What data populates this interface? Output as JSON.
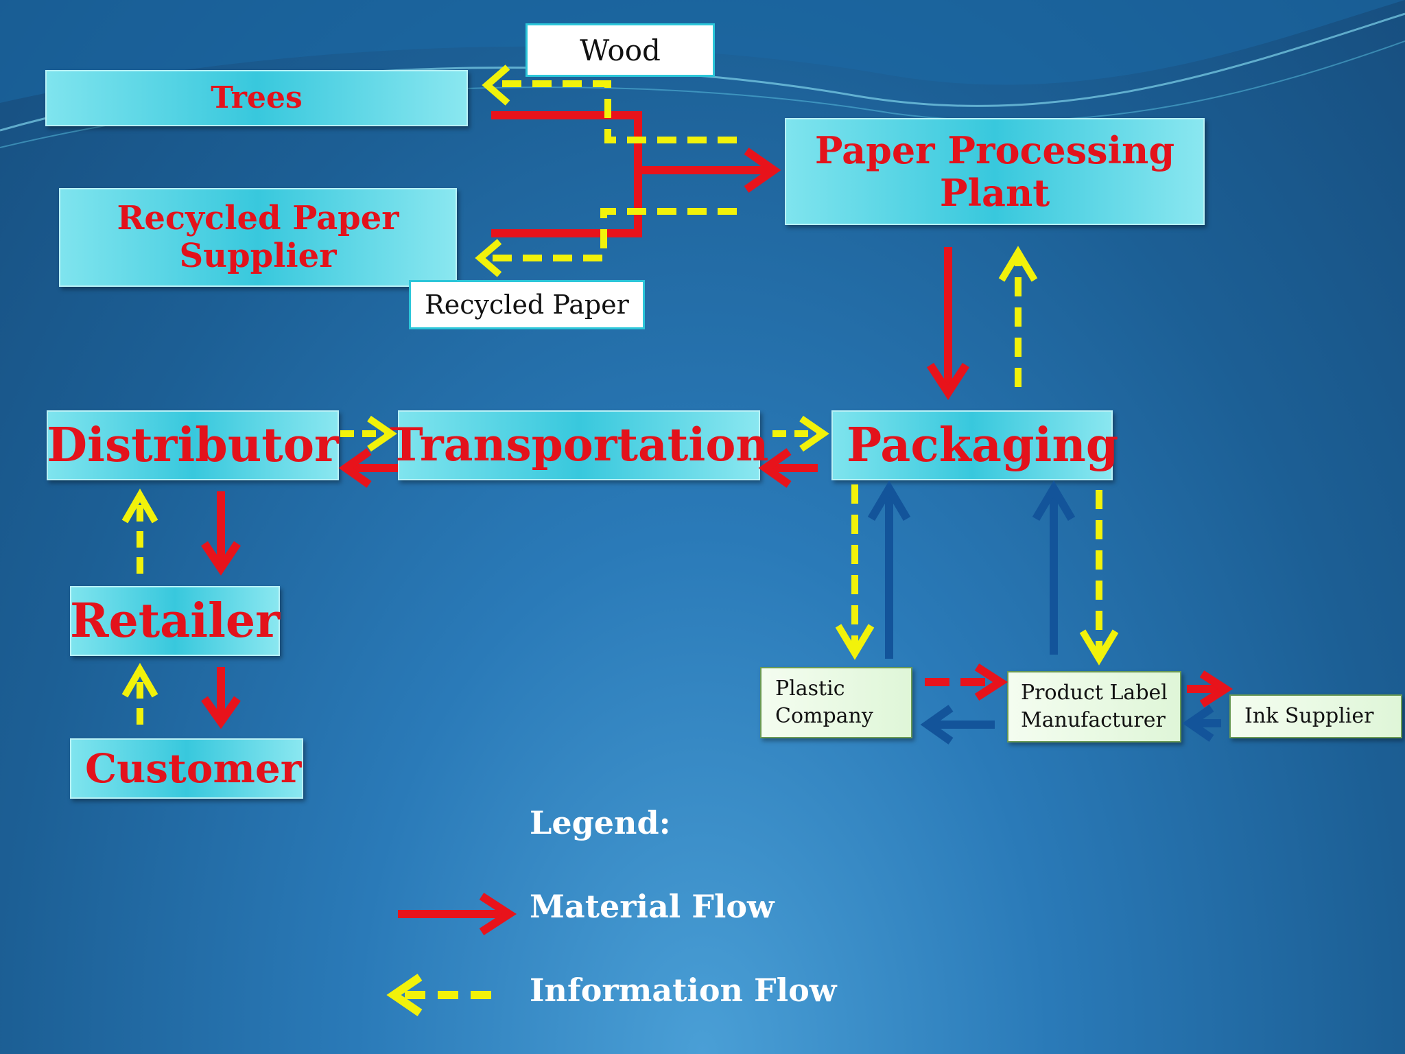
{
  "nodes": {
    "trees": "Trees",
    "recycled_paper_supplier": "Recycled Paper\nSupplier",
    "paper_processing_plant": "Paper Processing\nPlant",
    "distributor": "Distributor",
    "transportation": "Transportation",
    "packaging": "Packaging",
    "retailer": "Retailer",
    "customer": "Customer",
    "plastic_company": "Plastic\nCompany",
    "product_label_manufacturer": "Product Label\nManufacturer",
    "ink_supplier": "Ink Supplier"
  },
  "labels": {
    "wood": "Wood",
    "recycled_paper": "Recycled Paper"
  },
  "legend": {
    "title": "Legend:",
    "material_flow": "Material Flow",
    "information_flow": "Information Flow"
  },
  "colors": {
    "material_flow": "#e8131b",
    "information_flow": "#f2f20a",
    "supplier_flow": "#13549a",
    "node_text": "#e3121b"
  },
  "icons": {
    "material_flow": "solid-arrow",
    "information_flow": "dashed-arrow"
  }
}
